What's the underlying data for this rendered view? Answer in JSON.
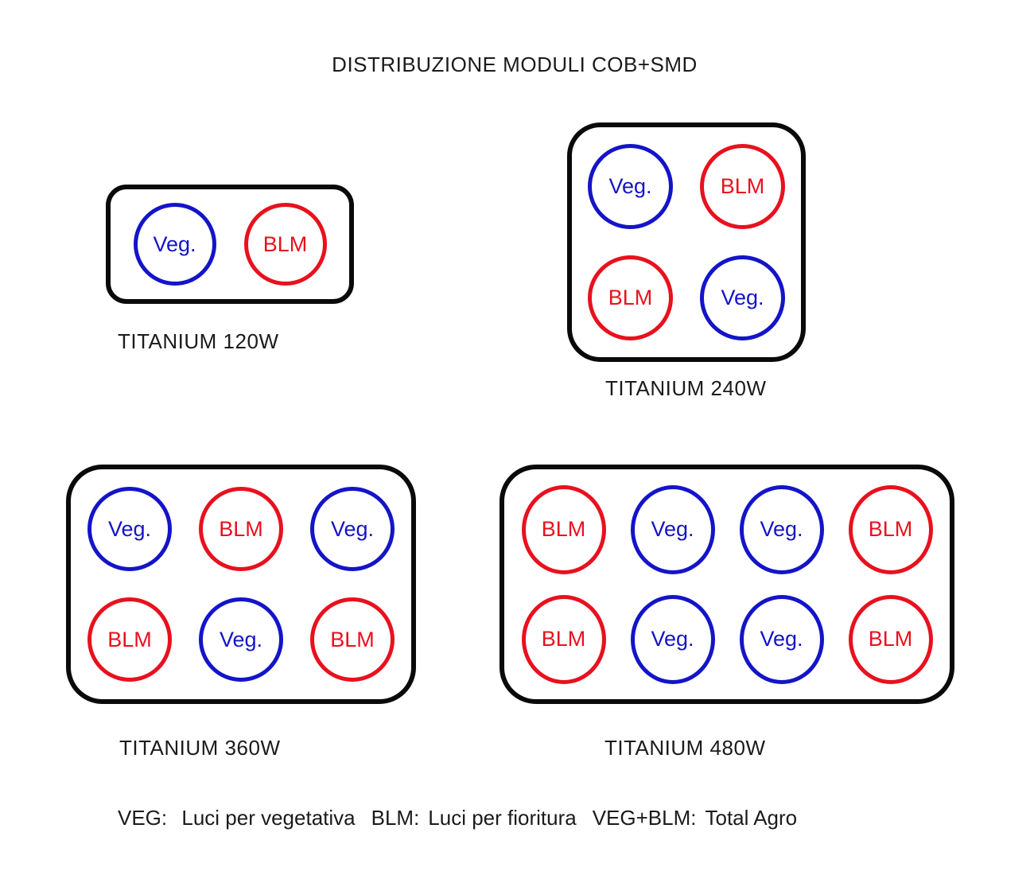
{
  "title": "DISTRIBUZIONE MODULI COB+SMD",
  "colors": {
    "veg_blue": "#1414C8",
    "blm_red": "#E8111E",
    "frame_outline": "#0A0A0A",
    "text": "#1B1B1B"
  },
  "module_labels": {
    "veg": "Veg.",
    "blm": "BLM"
  },
  "panels": [
    {
      "id": "titanium-120w",
      "label": "TITANIUM 120W",
      "rows": 1,
      "cols": 2,
      "modules": [
        [
          "veg",
          "blm"
        ]
      ]
    },
    {
      "id": "titanium-240w",
      "label": "TITANIUM 240W",
      "rows": 2,
      "cols": 2,
      "modules": [
        [
          "veg",
          "blm"
        ],
        [
          "blm",
          "veg"
        ]
      ]
    },
    {
      "id": "titanium-360w",
      "label": "TITANIUM 360W",
      "rows": 2,
      "cols": 3,
      "modules": [
        [
          "veg",
          "blm",
          "veg"
        ],
        [
          "blm",
          "veg",
          "blm"
        ]
      ]
    },
    {
      "id": "titanium-480w",
      "label": "TITANIUM 480W",
      "rows": 2,
      "cols": 4,
      "modules": [
        [
          "blm",
          "veg",
          "veg",
          "blm"
        ],
        [
          "blm",
          "veg",
          "veg",
          "blm"
        ]
      ]
    }
  ],
  "legend": {
    "items": [
      {
        "key": "VEG:",
        "label": " Luci per vegetativa"
      },
      {
        "key": "BLM:",
        "label": "Luci per fioritura"
      },
      {
        "key": "VEG+BLM:",
        "label": "Total Agro"
      }
    ]
  }
}
